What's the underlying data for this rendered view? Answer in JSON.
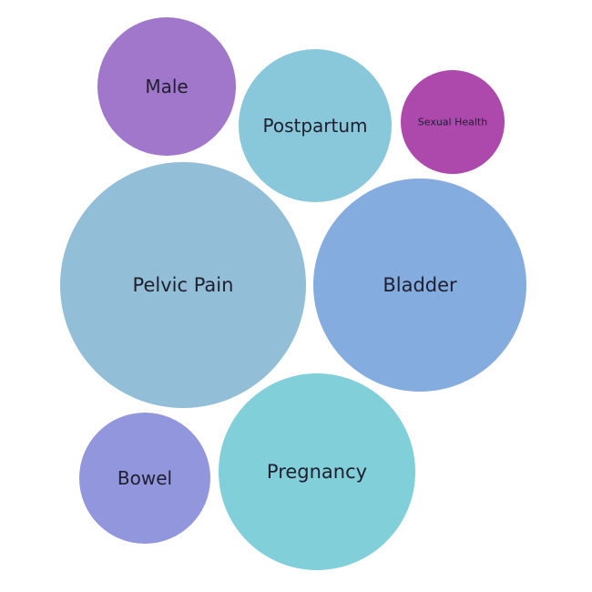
{
  "chart_data": {
    "type": "bubble",
    "title": "",
    "bubbles": [
      {
        "label": "Male",
        "color": "#A077CB"
      },
      {
        "label": "Postpartum",
        "color": "#89C8DB"
      },
      {
        "label": "Sexual Health",
        "color": "#AD48AC"
      },
      {
        "label": "Pelvic Pain",
        "color": "#92BFD7"
      },
      {
        "label": "Bladder",
        "color": "#85ACDF"
      },
      {
        "label": "Bowel",
        "color": "#9296DC"
      },
      {
        "label": "Pregnancy",
        "color": "#80CFD9"
      }
    ]
  }
}
